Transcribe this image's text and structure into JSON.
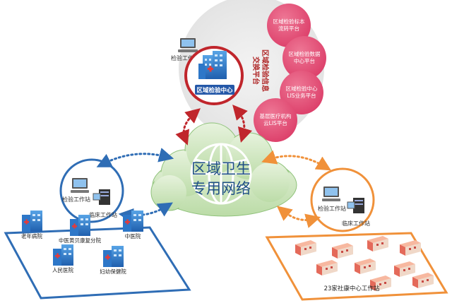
{
  "top": {
    "workstation_label": "检验工作站",
    "exchange_platform": [
      "区域检验信息",
      "交换平台"
    ],
    "center_label": "区域检验中心",
    "services": [
      {
        "lines": [
          "区域检验标本",
          "流转平台"
        ]
      },
      {
        "lines": [
          "区域检验数据",
          "中心平台"
        ]
      },
      {
        "lines": [
          "区域检验中心",
          "LIS业务平台"
        ]
      },
      {
        "lines": [
          "基层医疗机构",
          "云LIS平台"
        ]
      }
    ]
  },
  "cloud": {
    "lines": [
      "区域卫生",
      "专用网络"
    ]
  },
  "left": {
    "workstation_label": "检验工作站",
    "clinic_label": "临床工作站",
    "hospitals": [
      {
        "label": "老年病院"
      },
      {
        "label": "中医黄贝康复分院"
      },
      {
        "label": "中医院"
      },
      {
        "label": "人民医院"
      },
      {
        "label": "妇幼保健院"
      }
    ]
  },
  "right": {
    "workstation_label": "检验工作站",
    "clinic_label": "临床工作站",
    "community_label": "23家社康中心工作站"
  },
  "colors": {
    "blue": "#2f6db5",
    "red": "#c0262c",
    "orange": "#f0913a",
    "green": "#6bae4a",
    "pink": "#e3527a",
    "cloud_fill": "#d3e8c3",
    "top_bg": "#ececec"
  }
}
